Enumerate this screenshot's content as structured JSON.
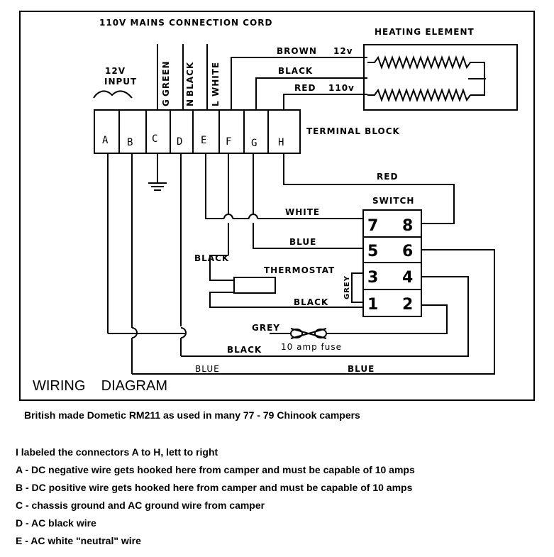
{
  "diagram": {
    "title": "110V MAINS CONNECTION CORD",
    "heating_element": "HEATING ELEMENT",
    "terminal_block": "TERMINAL BLOCK",
    "input_12v_line1": "12V",
    "input_12v_line2": "INPUT",
    "cord_wires": [
      {
        "letter": "G",
        "label": "GREEN"
      },
      {
        "letter": "N",
        "label": "BLACK"
      },
      {
        "letter": "L",
        "label": "WHITE"
      }
    ],
    "terminals": [
      "A",
      "B",
      "C",
      "D",
      "E",
      "F",
      "G",
      "H"
    ],
    "switch_title": "SWITCH",
    "switch_numbers": [
      "7",
      "8",
      "5",
      "6",
      "3",
      "4",
      "1",
      "2"
    ],
    "thermostat": "THERMOSTAT",
    "fuse": "10 amp fuse",
    "wire_labels": {
      "brown": "BROWN",
      "black_top": "BLACK",
      "red_top": "RED",
      "v12": "12v",
      "v110": "110v",
      "red_mid": "RED",
      "white": "WHITE",
      "blue_mid": "BLUE",
      "black_left": "BLACK",
      "grey_vertical": "GREY",
      "black_thermo": "BLACK",
      "grey_bottom": "GREY",
      "black_bottom": "BLACK",
      "blue_left": "BLUE",
      "blue_right": "BLUE"
    },
    "wiring_diagram": "WIRING    DIAGRAM"
  },
  "notes": {
    "caption": "British made Dometic RM211 as used in many 77 - 79 Chinook campers",
    "lines": [
      "I labeled the connectors A to H, lett to right",
      "A - DC negative wire gets hooked here from camper and must be capable of 10 amps",
      "B - DC positive wire gets hooked here from camper and must be capable of 10 amps",
      "C - chassis ground and AC  ground wire from camper",
      "D - AC black wire",
      "E - AC white \"neutral\" wire"
    ]
  }
}
